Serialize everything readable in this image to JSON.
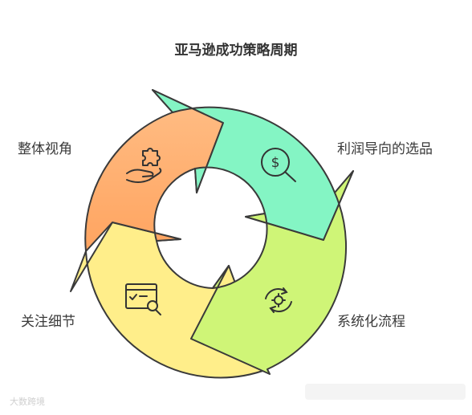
{
  "title": "亚马逊成功策略周期",
  "segments": [
    {
      "label": "整体视角",
      "icon": "puzzle-hand-icon",
      "color": "#FFB47E"
    },
    {
      "label": "利润导向的选品",
      "icon": "dollar-search-icon",
      "color": "#84F5C4"
    },
    {
      "label": "系统化流程",
      "icon": "gear-cycle-icon",
      "color": "#CFF577"
    },
    {
      "label": "关注细节",
      "icon": "window-search-icon",
      "color": "#FFEE8A"
    }
  ],
  "watermark": "大数跨境"
}
